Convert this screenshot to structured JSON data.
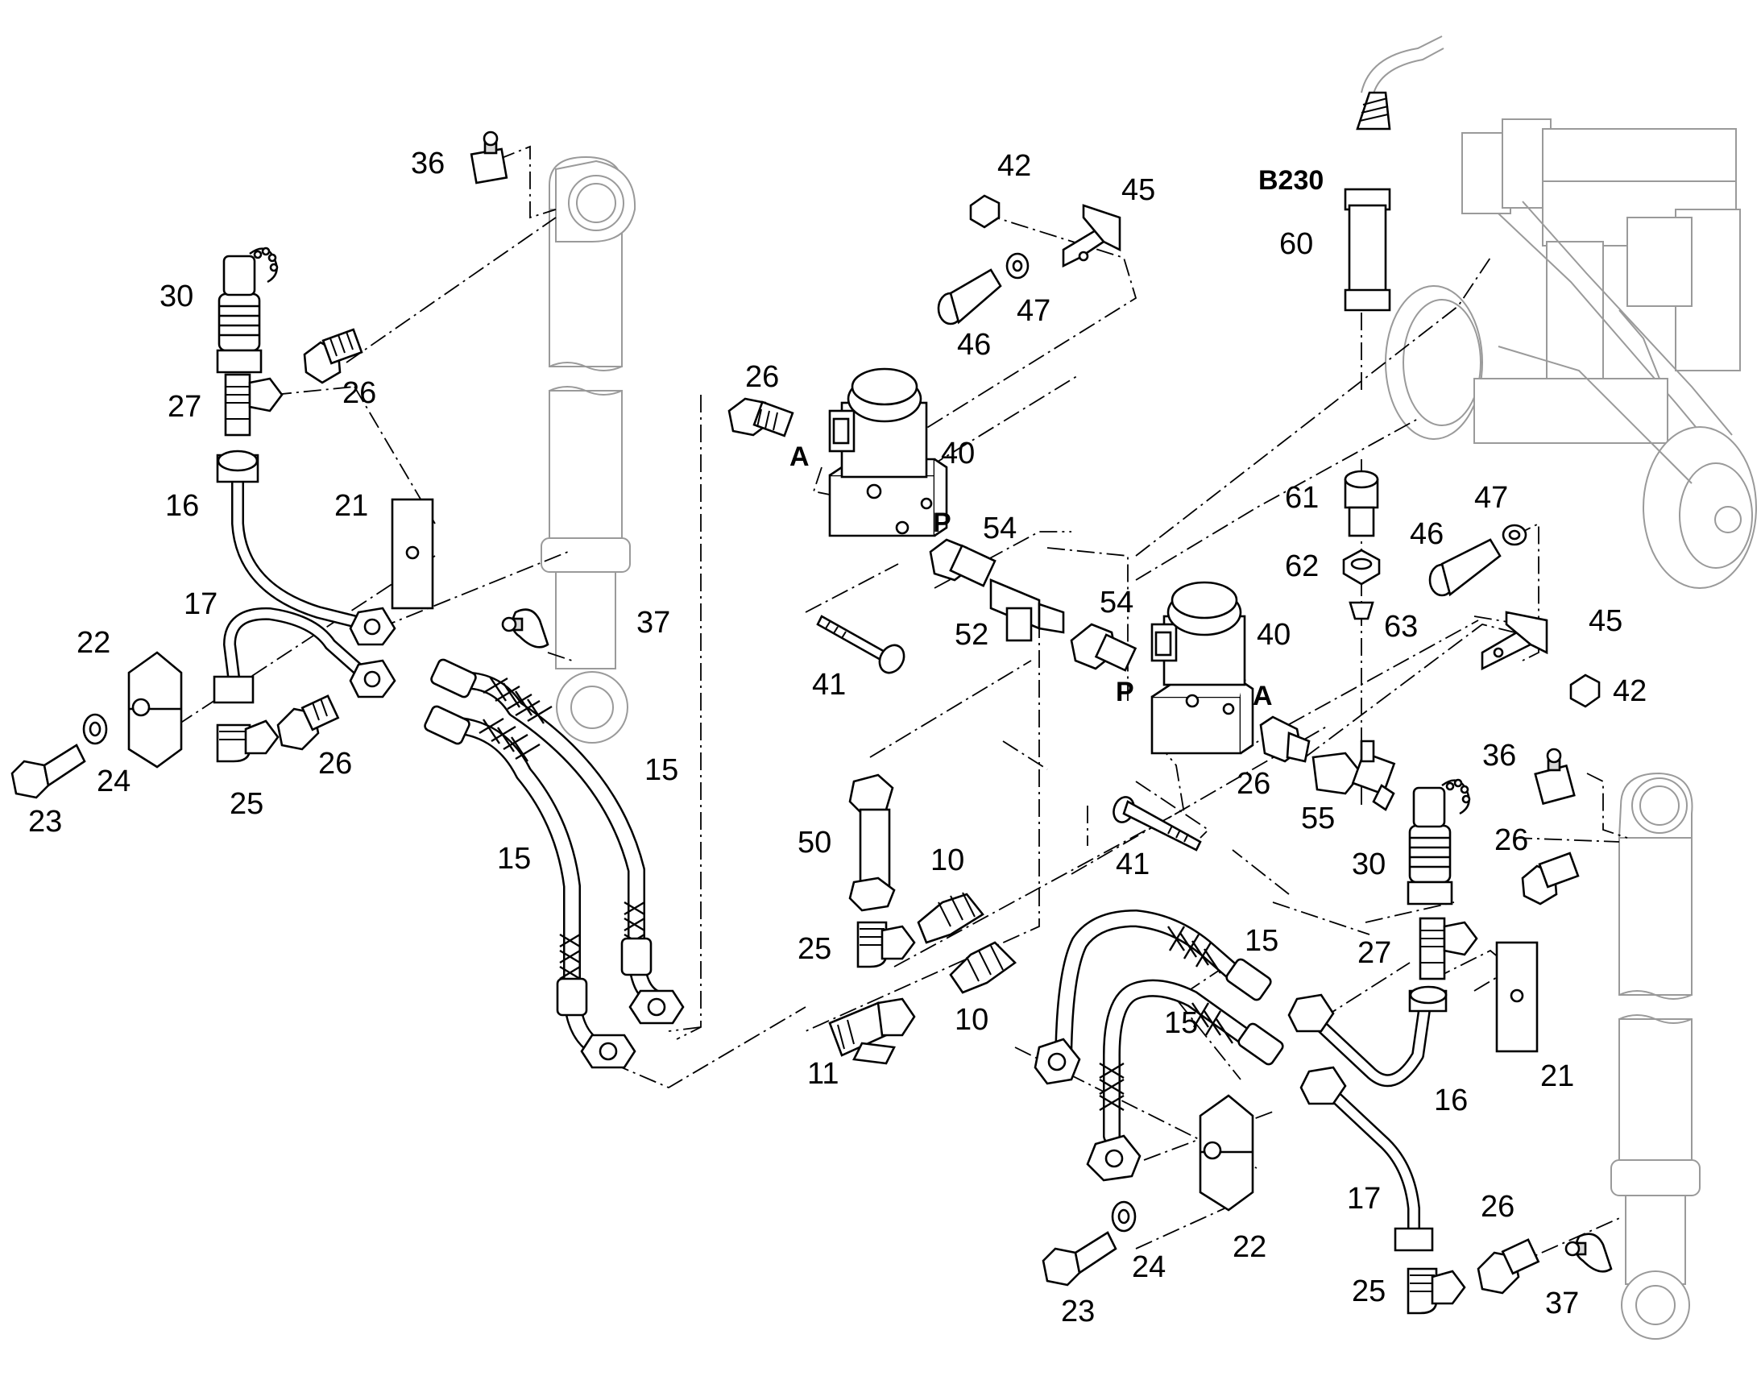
{
  "diagram": {
    "labels": {
      "n36a": "36",
      "n30a": "30",
      "n26a": "26",
      "n27a": "27",
      "n16a": "16",
      "n21a": "21",
      "n17a": "17",
      "n22a": "22",
      "n37a": "37",
      "n23a": "23",
      "n24a": "24",
      "n25a": "25",
      "n26b": "26",
      "n15a": "15",
      "n15b": "15",
      "n26c": "26",
      "n40a": "40",
      "n54a": "54",
      "n52a": "52",
      "n41a": "41",
      "n42a": "42",
      "n45a": "45",
      "n47a": "47",
      "n46a": "46",
      "n50a": "50",
      "n10a": "10",
      "n25b": "25",
      "n10b": "10",
      "n11a": "11",
      "nB230": "B230",
      "n60a": "60",
      "n61a": "61",
      "n62a": "62",
      "n63a": "63",
      "n47b": "47",
      "n46b": "46",
      "n45b": "45",
      "n42b": "42",
      "n54b": "54",
      "n40b": "40",
      "n26d": "26",
      "n55a": "55",
      "n41b": "41",
      "n36b": "36",
      "n26e": "26",
      "n30b": "30",
      "n27b": "27",
      "n15c": "15",
      "n15d": "15",
      "n16b": "16",
      "n21b": "21",
      "n17b": "17",
      "n22b": "22",
      "n23b": "23",
      "n24b": "24",
      "n25c": "25",
      "n26f": "26",
      "n37b": "37"
    },
    "ports": {
      "a_left": "A",
      "p_left": "P",
      "p_right": "P",
      "a_right": "A"
    }
  }
}
